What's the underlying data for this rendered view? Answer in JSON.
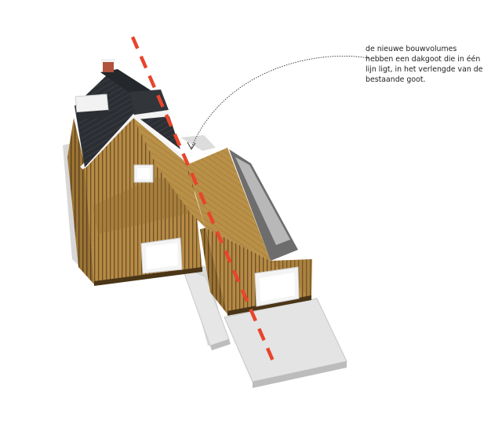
{
  "annotation": {
    "lines": [
      "de nieuwe bouwvolumes",
      "hebben een dakgoot die in één",
      "lijn ligt, in het verlengde van de",
      "bestaande goot."
    ]
  },
  "colors": {
    "wood_light": "#b58a45",
    "wood_mid": "#9c7434",
    "wood_dark": "#6e5024",
    "roof_slate": "#2b2e33",
    "roof_slate_light": "#3e4248",
    "trim_white": "#f4f4f4",
    "paving": "#e3e3e3",
    "shadow": "#cfcfcf",
    "gutter_line": "#e8452c",
    "chimney": "#b0523c"
  }
}
